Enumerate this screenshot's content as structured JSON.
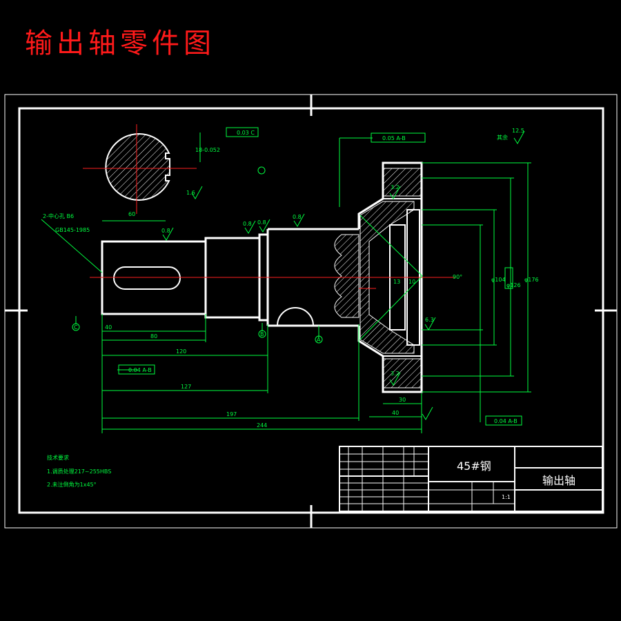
{
  "title": "输出轴零件图",
  "colors": {
    "background": "#000000",
    "title": "#ff1a1a",
    "outline": "#ffffff",
    "dimension": "#00ff40",
    "center_line": "#ff2020"
  },
  "notes": {
    "heading": "技术要求",
    "line1": "1.调质处理217~255HBS",
    "line2": "2.未注倒角为1x45°"
  },
  "title_block": {
    "material": "45#钢",
    "part_name": "输出轴",
    "scale": "1:1"
  },
  "annotations": {
    "center_hole": "2-中心孔 B6",
    "center_hole_std": "GB145-1985",
    "rest_roughness": "其余",
    "rest_value": "12.5"
  },
  "dimensions": {
    "d60": "60",
    "d40a": "40",
    "d80": "80",
    "d120": "120",
    "d127": "127",
    "d197": "197",
    "d244": "244",
    "d30": "30",
    "d40b": "40",
    "d13": "13",
    "d10": "10",
    "a90": "90°",
    "key_width": "18-0.052",
    "phi104": "φ104",
    "phi126": "φ126",
    "phi176": "φ176"
  },
  "tolerances": {
    "tol1": "0.03 C",
    "tol2": "0.05 A-B",
    "tol3": "0.04 A-B",
    "tol4": "0.04 A-B"
  },
  "roughness": {
    "r1": "0.8",
    "r2": "0.8",
    "r3": "0.8",
    "r4": "0.8",
    "r5": "3.2",
    "r6": "3.2",
    "r7": "6.3",
    "r8": "1.6"
  },
  "datums": {
    "A": "A",
    "B": "B",
    "C": "C"
  }
}
